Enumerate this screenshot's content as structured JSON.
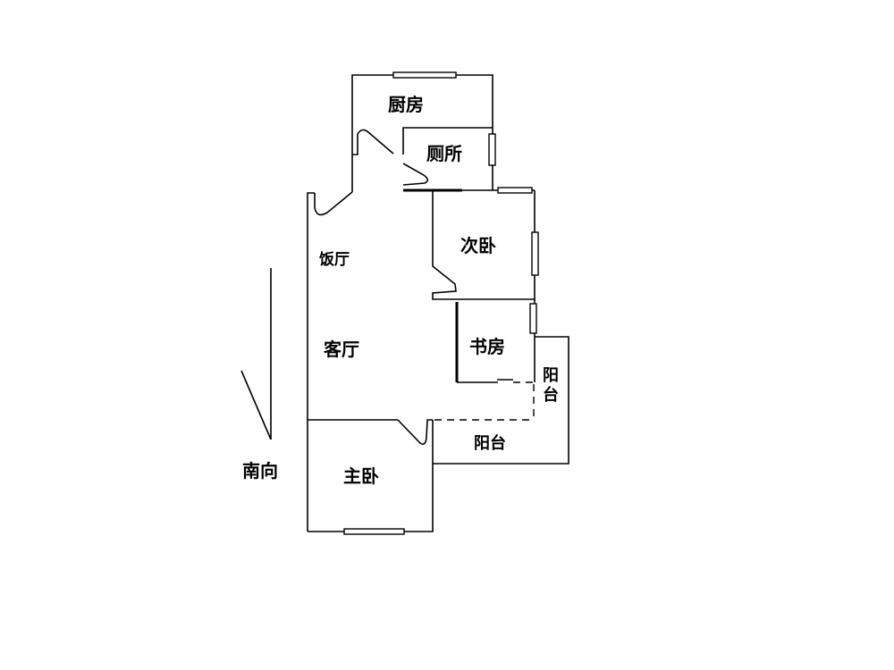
{
  "rooms": {
    "kitchen": "厨房",
    "toilet": "厕所",
    "second_bedroom": "次卧",
    "dining_room": "饭厅",
    "living_room": "客厅",
    "study": "书房",
    "balcony_side": "阳台",
    "balcony": "阳台",
    "master_bedroom": "主卧"
  },
  "orientation": "南向"
}
